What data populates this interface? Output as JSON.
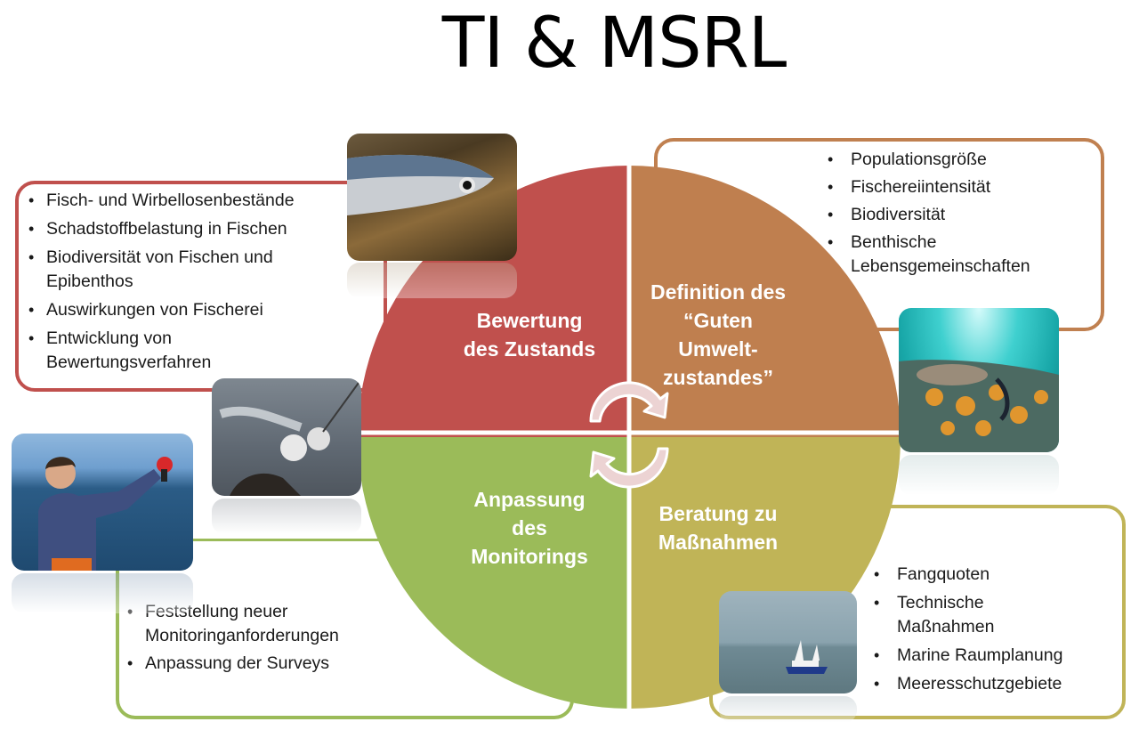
{
  "title": "TI & MSRL",
  "quadrants": [
    {
      "id": "bewertung",
      "label_lines": [
        "Bewertung",
        "des Zustands"
      ],
      "color": "#c0504d"
    },
    {
      "id": "definition",
      "label_lines": [
        "Definition des",
        "“Guten",
        "Umwelt-",
        "zustandes”"
      ],
      "color": "#bf7f4f"
    },
    {
      "id": "anpassung",
      "label_lines": [
        "Anpassung",
        "des",
        "Monitorings"
      ],
      "color": "#9bbb59"
    },
    {
      "id": "beratung",
      "label_lines": [
        "Beratung zu",
        "Maßnahmen"
      ],
      "color": "#c0b457"
    }
  ],
  "boxes": {
    "bewertung": {
      "color": "#c0504d",
      "items": [
        "Fisch- und Wirbellosenbestände",
        "Schadstoffbelastung in Fischen",
        "Biodiversität von Fischen und Epibenthos",
        "Auswirkungen von Fischerei",
        "Entwicklung von Bewertungsverfahren"
      ]
    },
    "definition": {
      "color": "#c08050",
      "items": [
        "Populationsgröße",
        "Fischereiintensität",
        "Biodiversität",
        "Benthische Lebensgemeinschaften"
      ]
    },
    "anpassung": {
      "color": "#9bbb59",
      "items": [
        "Feststellung neuer Monitoringanforderungen",
        "Anpassung der Surveys"
      ]
    },
    "beratung": {
      "color": "#c0b457",
      "items": [
        "Fangquoten",
        "Technische Maßnahmen",
        "Marine Raumplanung",
        "Meeresschutzgebiete"
      ]
    }
  },
  "photos": [
    {
      "id": "fish",
      "subject": "fish-photo"
    },
    {
      "id": "net",
      "subject": "plankton-net-photo"
    },
    {
      "id": "boy",
      "subject": "person-at-sea-photo"
    },
    {
      "id": "crab",
      "subject": "crab-underwater-photo"
    },
    {
      "id": "boat",
      "subject": "fishing-boat-photo"
    }
  ],
  "center_icon": "cycle-arrows-icon"
}
